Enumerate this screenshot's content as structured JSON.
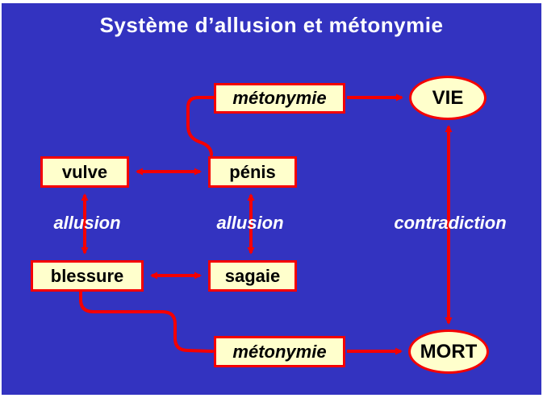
{
  "title": "Système d’allusion et métonymie",
  "colors": {
    "background": "#3333c0",
    "node_fill": "#ffffcc",
    "node_border": "#f40000",
    "arrow": "#f40000",
    "node_text": "#000000",
    "title_text": "#ffffff"
  },
  "nodes": {
    "metonymie_top": "métonymie",
    "vie": "VIE",
    "vulve": "vulve",
    "penis": "pénis",
    "blessure": "blessure",
    "sagaie": "sagaie",
    "metonymie_bottom": "métonymie",
    "mort": "MORT"
  },
  "labels": {
    "allusion_left": "allusion",
    "allusion_right": "allusion",
    "contradiction": "contradiction"
  }
}
